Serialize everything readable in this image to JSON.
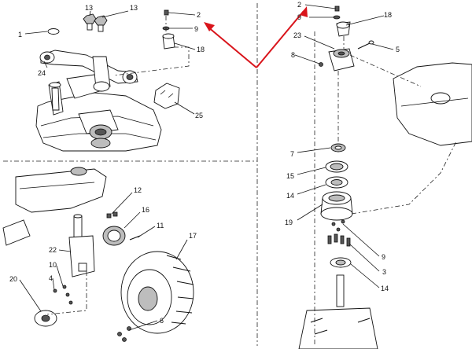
{
  "diagram": {
    "callouts": {
      "c1": "1",
      "c2a": "2",
      "c2b": "2",
      "c3": "3",
      "c4": "4",
      "c5": "5",
      "c6": "6",
      "c7": "7",
      "c8": "8",
      "c9a": "9",
      "c9b": "9",
      "c9c": "9",
      "c10": "10",
      "c11": "11",
      "c12": "12",
      "c13a": "13",
      "c13b": "13",
      "c14a": "14",
      "c14b": "14",
      "c15": "15",
      "c16": "16",
      "c17": "17",
      "c18a": "18",
      "c18b": "18",
      "c19": "19",
      "c20": "20",
      "c22": "22",
      "c23": "23",
      "c24": "24",
      "c25": "25"
    },
    "highlight_color": "#d9141b"
  }
}
